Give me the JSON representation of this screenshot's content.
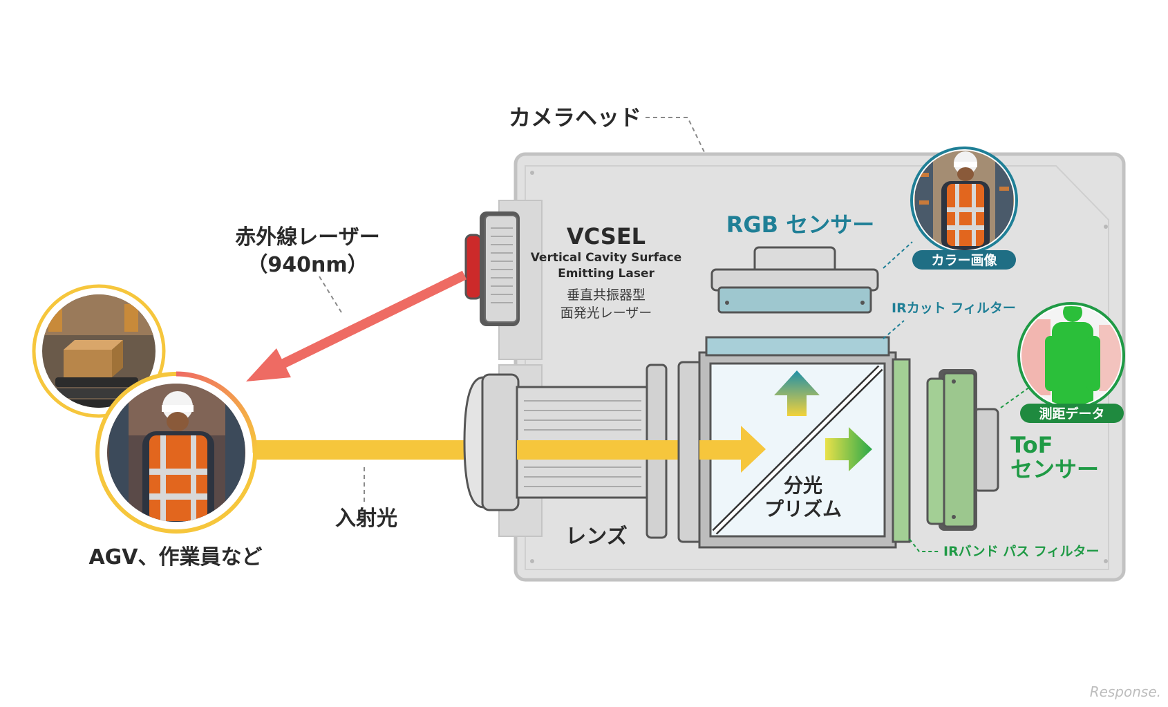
{
  "labels": {
    "camera_head": "カメラヘッド",
    "ir_laser_line1": "赤外線レーザー",
    "ir_laser_line2": "（940nm）",
    "vcsel_title": "VCSEL",
    "vcsel_en_line1": "Vertical Cavity Surface",
    "vcsel_en_line2": "Emitting Laser",
    "vcsel_jp_line1": "垂直共振器型",
    "vcsel_jp_line2": "面発光レーザー",
    "rgb_sensor": "RGB センサー",
    "color_image": "カラー画像",
    "ir_cut_filter": "IRカット フィルター",
    "distance_data": "測距データ",
    "tof_line1": "ToF",
    "tof_line2": "センサー",
    "prism_line1": "分光",
    "prism_line2": "プリズム",
    "lens": "レンズ",
    "incident_light": "入射光",
    "agv_workers": "AGV、作業員など",
    "ir_bandpass_filter": "IRバンド パス フィルター",
    "watermark": "Response."
  },
  "colors": {
    "laser": "#ee6b63",
    "incident": "#f6c63c",
    "rgb_teal": "#1f7f96",
    "tof_green": "#1f9a45",
    "housing": "#e1e1e1",
    "housing_border": "#c2c2c2",
    "text_dark": "#2a2a2a"
  }
}
